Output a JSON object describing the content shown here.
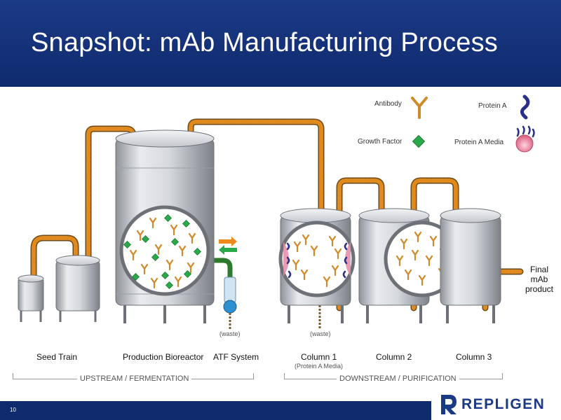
{
  "title": "Snapshot: mAb Manufacturing Process",
  "legend": {
    "antibody": "Antibody",
    "protein_a": "Protein A",
    "growth_factor": "Growth Factor",
    "protein_a_media": "Protein A Media"
  },
  "stages": {
    "seed_train": "Seed Train",
    "production_bioreactor": "Production Bioreactor",
    "atf_system": "ATF System",
    "column1": "Column 1",
    "column1_sub": "(Protein A Media)",
    "column2": "Column 2",
    "column3": "Column 3"
  },
  "waste_label": "(waste)",
  "final_product": "Final mAb product",
  "sections": {
    "upstream": "UPSTREAM / FERMENTATION",
    "downstream": "DOWNSTREAM / PURIFICATION"
  },
  "slide_number": "10",
  "brand": "REPLIGEN",
  "colors": {
    "title_bar": "#0f2a6d",
    "pipe": "#e08a1e",
    "antibody": "#d08a2a",
    "growth_factor": "#2aa84a",
    "protein_a": "#2a2f8a",
    "protein_a_media": "#e58aa6"
  }
}
